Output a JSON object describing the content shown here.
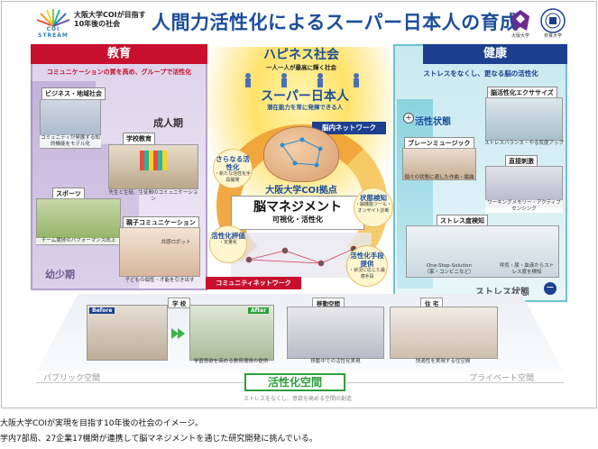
{
  "header": {
    "logo_text": "COI STREAM",
    "sub_logo_line1": "大阪大学COIが目指す",
    "sub_logo_line2": "10年後の社会",
    "title": "人間力活性化によるスーパー日本人の育成",
    "univ1_label": "大阪大学",
    "univ2_label": "奈良大学"
  },
  "education": {
    "header": "教育",
    "subtitle": "コミュニケーションの質を高め、グループで活性化",
    "stage_adult": "成人期",
    "stage_child": "幼少期",
    "boxes": [
      {
        "label": "ビジネス・地域社会",
        "caption": "コミュニティが発展する知的機能をモデル化"
      },
      {
        "label": "学校教育",
        "caption": "先生と生徒、生徒間のコミュニケーション"
      },
      {
        "label": "スポーツ",
        "caption": "チーム競技のパフォーマンス向上"
      },
      {
        "label": "親子コミュニケーション",
        "caption": "子どもの個性・才能を引き出す",
        "sub": "共感ロボット"
      }
    ]
  },
  "center": {
    "happy_society": "ハピネス社会",
    "happy_sub": "一人一人が最高に輝く社会",
    "super_japanese": "スーパー日本人",
    "super_sub": "潜在能力を常に発揮できる人",
    "brain_network": "脳内ネットワーク",
    "coi_base": "大阪大学COI拠点",
    "brain_mgmt": "脳マネジメント",
    "brain_mgmt_sub": "可視化・活性化",
    "community_network": "コミュニティネットワーク",
    "tags": [
      {
        "title": "さらなる活性化",
        "sub": "・新たな活性化手段開発"
      },
      {
        "title": "状態検知",
        "sub": "・脳機能ツール・オンサイト診断"
      },
      {
        "title": "活性化評価",
        "sub": "・定量化"
      },
      {
        "title": "活性化手段提供",
        "sub": "・状況に応じた最適手段"
      }
    ]
  },
  "health": {
    "header": "健康",
    "subtitle": "ストレスをなくし、更なる脳の活性化",
    "active_state": "活性状態",
    "stress_state": "ストレス状態",
    "boxes": [
      {
        "label": "脳活性化エクササイズ",
        "caption": "ストレスバランス・やる気度アップ"
      },
      {
        "label": "ブレーンミュージック",
        "caption": "個々の状態に適した作曲・編曲"
      },
      {
        "label": "直接刺激",
        "caption": "ワーキングメモリー・アクティブセンシング"
      },
      {
        "label": "ストレス度検知",
        "caption1": "One-Stop-Solution（家・コンビニなど）",
        "caption2": "呼気・尿・血液からストレス度を検知"
      }
    ]
  },
  "bottom": {
    "school_label": "学 校",
    "before": "Before",
    "after": "After",
    "school_caption": "学習意欲を高める教育環境の提供",
    "travel_label": "移動空間",
    "travel_caption": "移動中での活性化実現",
    "home_label": "住 宅",
    "home_caption": "快適性を実現する住空間",
    "public_space": "パブリック空間",
    "private_space": "プライベート空間",
    "active_space": "活性化空間",
    "active_space_sub": "ストレスをなくし、意欲を高める空間の創造"
  },
  "caption": {
    "line1": "大阪大学COIが実現を目指す10年後の社会のイメージ。",
    "line2": "学内7部局、27企業17機関が連携して脳マネジメントを通じた研究開発に挑んでいる。"
  }
}
